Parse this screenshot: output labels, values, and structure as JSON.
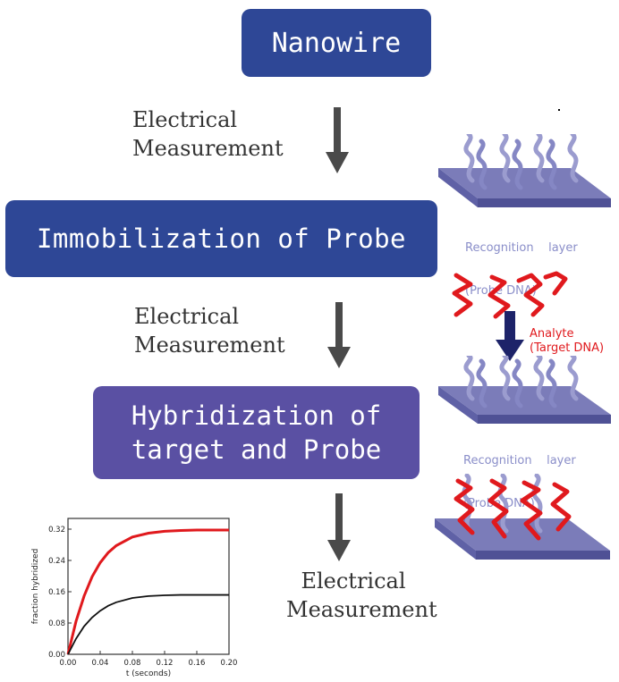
{
  "boxes": {
    "nanowire": "Nanowire",
    "immobilization": "Immobilization of Probe",
    "hybridization": "Hybridization of target and Probe"
  },
  "measurement": {
    "line1": "Electrical",
    "line2": "Measurement"
  },
  "recognition": {
    "line1": "Recognition    layer",
    "line2": "(Probe DNA)"
  },
  "analyte": {
    "line1": "Analyte",
    "line2": "(Target DNA)"
  },
  "colors": {
    "box_blue": "#2e4796",
    "box_purple": "#5a50a3",
    "arrow": "#4a4a4a",
    "analyte_red": "#e0191d",
    "probe": "#9b9ccf"
  },
  "chart_data": {
    "type": "line",
    "title": "",
    "xlabel": "t (seconds)",
    "ylabel": "fraction hybridized",
    "x_ticks": [
      "0.00",
      "0.04",
      "0.08",
      "0.12",
      "0.16",
      "0.20"
    ],
    "y_ticks": [
      "0.00",
      "0.08",
      "0.16",
      "0.24",
      "0.32"
    ],
    "xlim": [
      0,
      0.2
    ],
    "ylim": [
      0,
      0.35
    ],
    "series": [
      {
        "color": "#e0191d",
        "x": [
          0,
          0.01,
          0.02,
          0.03,
          0.04,
          0.05,
          0.06,
          0.08,
          0.1,
          0.12,
          0.14,
          0.16,
          0.18,
          0.2
        ],
        "y": [
          0.0,
          0.085,
          0.15,
          0.2,
          0.236,
          0.262,
          0.28,
          0.302,
          0.312,
          0.317,
          0.319,
          0.32,
          0.32,
          0.32
        ]
      },
      {
        "color": "#111111",
        "x": [
          0,
          0.01,
          0.02,
          0.03,
          0.04,
          0.05,
          0.06,
          0.08,
          0.1,
          0.12,
          0.14,
          0.16,
          0.18,
          0.2
        ],
        "y": [
          0.0,
          0.04,
          0.072,
          0.095,
          0.112,
          0.125,
          0.134,
          0.145,
          0.15,
          0.152,
          0.153,
          0.153,
          0.153,
          0.153
        ]
      }
    ]
  }
}
